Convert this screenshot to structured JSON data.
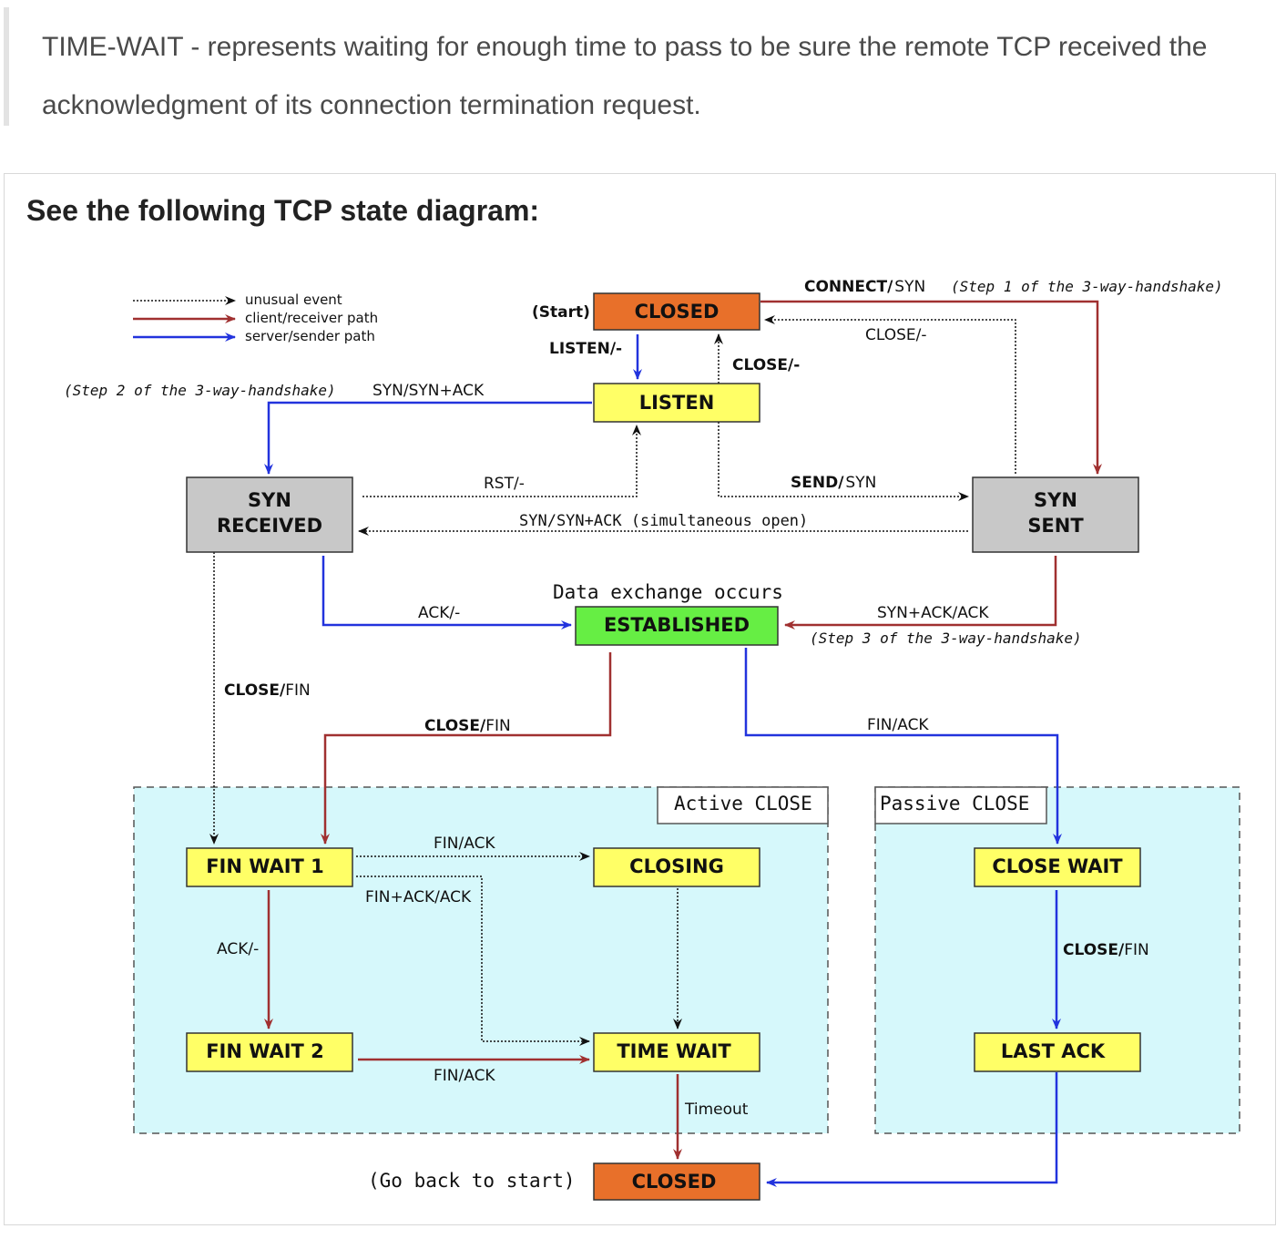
{
  "quote": {
    "text": "TIME-WAIT - represents waiting for enough time to pass to be sure the remote TCP received the acknowledgment of its connection termination request."
  },
  "card": {
    "title": "See the following TCP state diagram:"
  },
  "legend": {
    "unusual": "unusual event",
    "client": "client/receiver path",
    "server": "server/sender path"
  },
  "states": {
    "closed_top": "CLOSED",
    "listen": "LISTEN",
    "syn_received_1": "SYN",
    "syn_received_2": "RECEIVED",
    "syn_sent_1": "SYN",
    "syn_sent_2": "SENT",
    "established": "ESTABLISHED",
    "fin_wait_1": "FIN WAIT 1",
    "fin_wait_2": "FIN WAIT 2",
    "closing": "CLOSING",
    "time_wait": "TIME WAIT",
    "close_wait": "CLOSE WAIT",
    "last_ack": "LAST ACK",
    "closed_bottom": "CLOSED"
  },
  "labels": {
    "start": "(Start)",
    "listen_trans": "LISTEN/-",
    "close_trans": "CLOSE/-",
    "connect_bold": "CONNECT/",
    "connect_rest": "SYN",
    "step1": "(Step 1 of the 3-way-handshake)",
    "close_syn_sent": "CLOSE/-",
    "step2": "(Step 2 of the 3-way-handshake)",
    "syn_synack": "SYN/SYN+ACK",
    "rst": "RST/-",
    "send_bold": "SEND/",
    "send_rest": "SYN",
    "simultaneous": "SYN/SYN+ACK (simultaneous open)",
    "data_exchange": "Data exchange occurs",
    "ack_est": "ACK/-",
    "synack_ack": "SYN+ACK/ACK",
    "step3": "(Step 3 of the 3-way-handshake)",
    "closefin_left_bold": "CLOSE/",
    "closefin_left_rest": "FIN",
    "closefin_mid_bold": "CLOSE/",
    "closefin_mid_rest": "FIN",
    "finack_right": "FIN/ACK",
    "active_close": "Active CLOSE",
    "passive_close": "Passive CLOSE",
    "finack_closing": "FIN/ACK",
    "finackack": "FIN+ACK/ACK",
    "ack_fw": "ACK/-",
    "finack_tw": "FIN/ACK",
    "closefin_cw_bold": "CLOSE/",
    "closefin_cw_rest": "FIN",
    "timeout": "Timeout",
    "go_back": "(Go back to start)"
  },
  "colors": {
    "closed": "#e8702a",
    "state": "#ffff66",
    "syn": "#c8c8c8",
    "established": "#66ee44",
    "client_path": "#a03030",
    "server_path": "#2233dd",
    "close_region": "#d6f8fb"
  }
}
